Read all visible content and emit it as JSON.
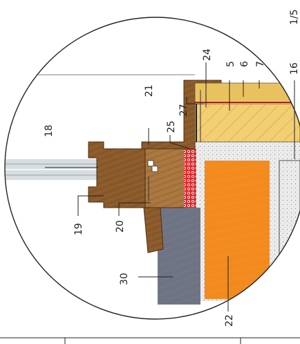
{
  "scale": "1/5",
  "labels": {
    "l5": "5",
    "l6": "6",
    "l7": "7",
    "l16": "16",
    "l18": "18",
    "l19": "19",
    "l20": "20",
    "l21": "21",
    "l22": "22",
    "l24": "24",
    "l25": "25",
    "l27": "27",
    "l30": "30"
  },
  "colors": {
    "wood": "#8a5a2b",
    "wood_light": "#a9773f",
    "insulation": "#f2cf72",
    "board": "#e9c260",
    "brick": "#f28a1e",
    "plaster": "#ececec",
    "stone": "#6f7485",
    "seal_red": "#d62b2b",
    "glass": "#d7dde0"
  }
}
